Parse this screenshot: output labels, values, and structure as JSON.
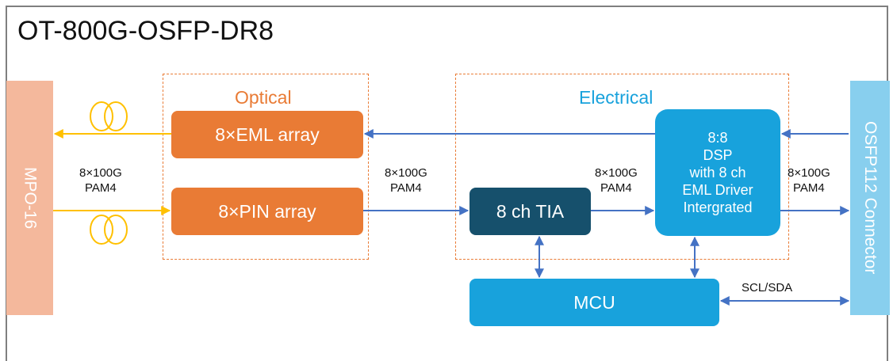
{
  "title": "OT-800G-OSFP-DR8",
  "groups": {
    "optical": "Optical",
    "electrical": "Electrical"
  },
  "blocks": {
    "mpo": "MPO-16",
    "osfp": "OSFP112 Connector",
    "eml": "8×EML array",
    "pin": "8×PIN array",
    "tia": "8 ch TIA",
    "dsp": [
      "8:8",
      "DSP",
      "with 8 ch",
      "EML Driver",
      "Intergrated"
    ],
    "mcu": "MCU"
  },
  "links": {
    "fiber_rate": [
      "8×100G",
      "PAM4"
    ],
    "pin_tia_rate": [
      "8×100G",
      "PAM4"
    ],
    "tia_dsp_rate": [
      "8×100G",
      "PAM4"
    ],
    "dsp_host_rate": [
      "8×100G",
      "PAM4"
    ],
    "mcu_host": "SCL/SDA"
  },
  "colors": {
    "orange": "#e97b35",
    "blue": "#18a2dc",
    "dark_blue": "#16506c",
    "arrow_blue": "#4472c4",
    "fiber_yellow": "#ffc000",
    "mpo_fill": "#f4b89c",
    "osfp_fill": "#88cfee"
  }
}
